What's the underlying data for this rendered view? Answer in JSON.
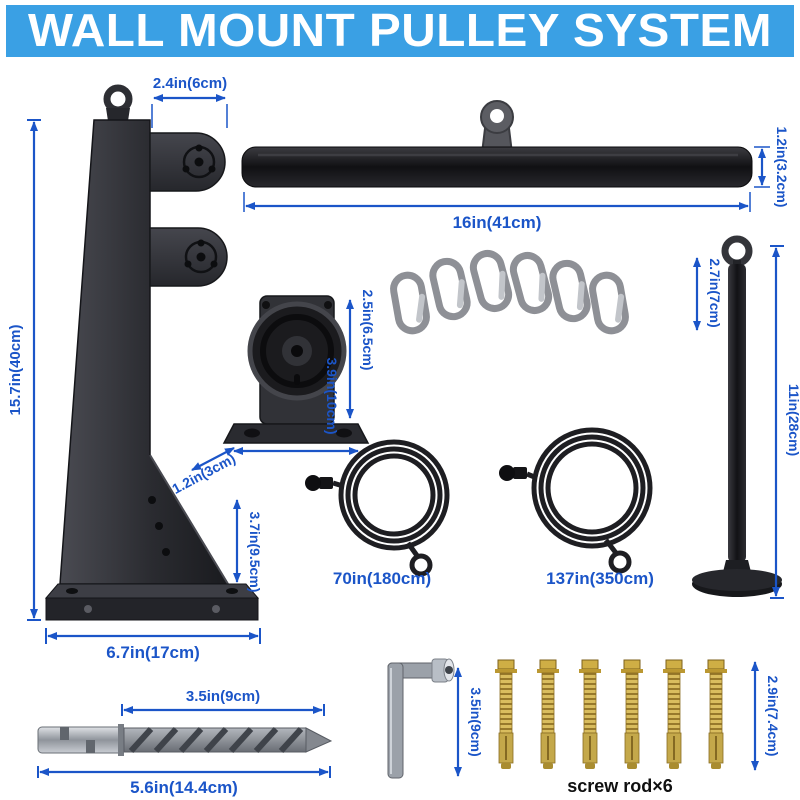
{
  "title": "WALL MOUNT PULLEY SYSTEM",
  "colors": {
    "banner_bg": "#3aa0e4",
    "banner_text": "#ffffff",
    "dimension_blue": "#1b55c8",
    "metal_dark": "#2e2f34",
    "anchor_brass": "#cfae45"
  },
  "dimensions": {
    "bracket_top_width": "2.4in(6cm)",
    "bracket_height": "15.7in(40cm)",
    "bracket_base_section": "3.7in(9.5cm)",
    "bracket_base_width": "6.7in(17cm)",
    "bar_length": "16in(41cm)",
    "bar_diameter": "1.2in(3.2cm)",
    "carabiner_size": "2.7in(7cm)",
    "pulley_height": "2.5in(6.5cm)",
    "pulley_base_length": "3.9in(10cm)",
    "pulley_base_depth": "1.2in(3cm)",
    "loading_pin_height": "11in(28cm)",
    "cable_short_length": "70in(180cm)",
    "cable_long_length": "137in(350cm)",
    "drill_flute_length": "3.5in(9cm)",
    "drill_total_length": "5.6in(14.4cm)",
    "wrench_length": "3.5in(9cm)",
    "screw_rod_length": "2.9in(7.4cm)"
  },
  "labels": {
    "screw_rod_count": "screw rod×6"
  }
}
